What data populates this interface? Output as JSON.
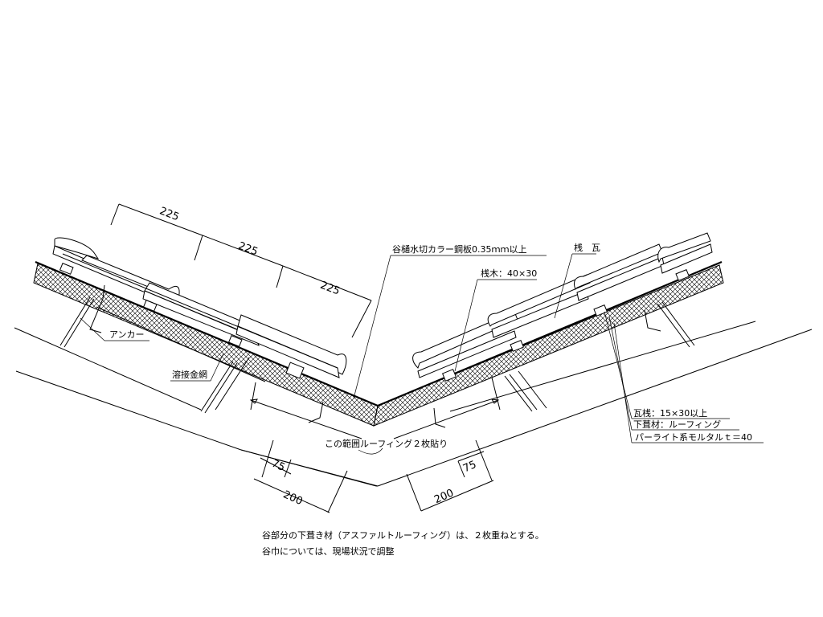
{
  "dimensions": {
    "tile_pitch_1": "225",
    "tile_pitch_2": "225",
    "tile_pitch_3": "225",
    "left_overlap": "75",
    "left_width": "200",
    "right_overlap": "75",
    "right_width": "200"
  },
  "labels": {
    "valley_gutter": "谷樋水切カラー鋼板0.35ｍｍ以上",
    "tile": "桟　瓦",
    "batten": "桟木：40×30",
    "anchor": "アンカー",
    "welded_mesh": "溶接金網",
    "roofing_range": "この範囲ルーフィング２枚貼り",
    "tile_batten_spec": "瓦桟：15×30以上",
    "underlay": "下葺材：ルーフィング",
    "mortar": "パーライト系モルタルｔ＝40"
  },
  "notes": {
    "line1": "谷部分の下葺き材（アスファルトルーフィング）は、２枚重ねとする。",
    "line2": "谷巾については、現場状況で調整"
  },
  "colors": {
    "ink": "#000000",
    "paper": "#ffffff"
  }
}
